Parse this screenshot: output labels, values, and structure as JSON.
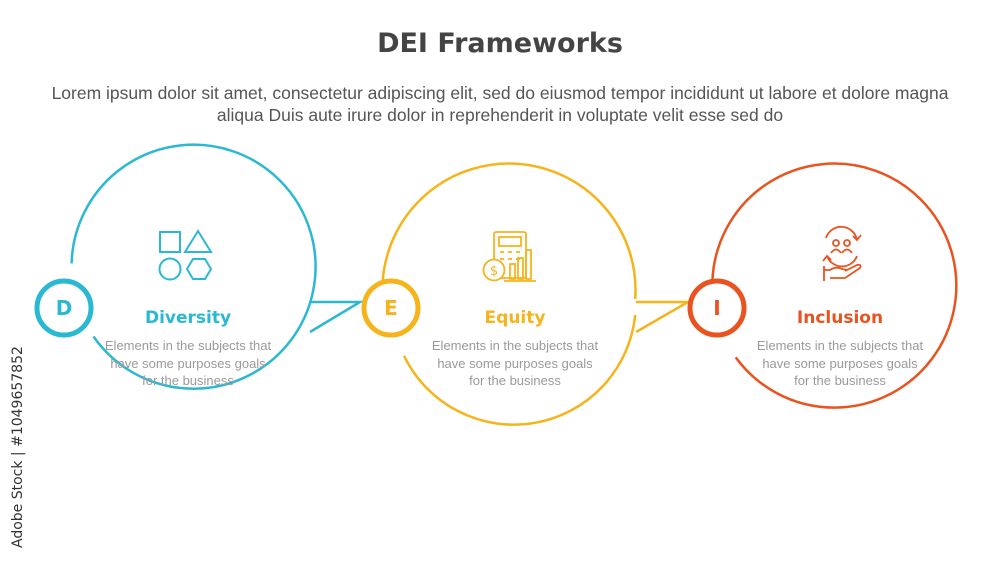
{
  "title": "DEI Frameworks",
  "subtitle": "Lorem ipsum dolor sit amet, consectetur adipiscing elit, sed do eiusmod tempor incididunt ut labore et dolore magna aliqua Duis aute irure dolor in reprehenderit in voluptate velit esse sed do",
  "watermark": "Adobe Stock | #1049657852",
  "steps": [
    {
      "letter": "D",
      "heading": "Diversity",
      "description": "Elements in the subjects that\nhave  some purposes goals\nfor the  business",
      "color": "#2bb8d2",
      "icon": "shapes-icon"
    },
    {
      "letter": "E",
      "heading": "Equity",
      "description": "Elements in the subjects that\nhave  some purposes goals\nfor the  business",
      "color": "#f5b41c",
      "icon": "calculator-coin-icon"
    },
    {
      "letter": "I",
      "heading": "Inclusion",
      "description": "Elements in the subjects that\nhave  some purposes goals\nfor the  business",
      "color": "#e9531f",
      "icon": "hand-people-cycle-icon"
    }
  ]
}
